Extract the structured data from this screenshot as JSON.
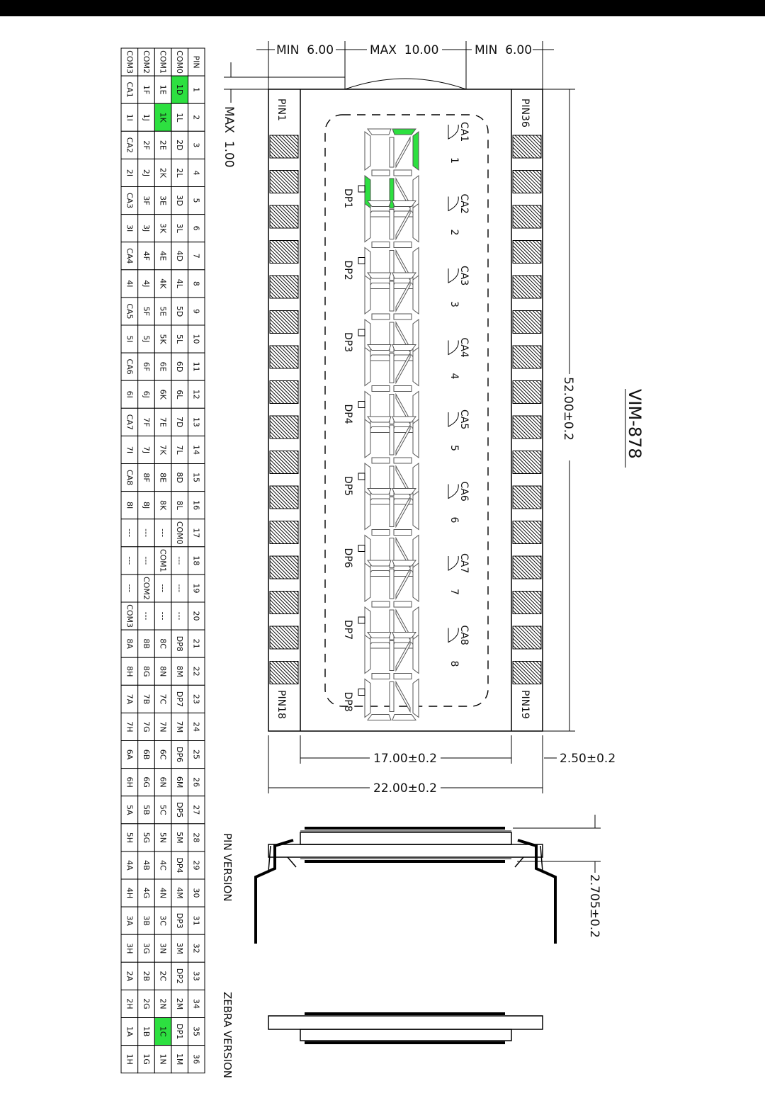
{
  "title": "VIM-878",
  "colors": {
    "highlight": "#2de040",
    "line": "#000000",
    "background": "#ffffff"
  },
  "dimensions": {
    "pin_min_left": "MIN  6.00",
    "pin_max_mid": "MAX  10.00",
    "pin_min_right": "MIN  6.00",
    "max_height": "MAX  1.00",
    "length": "52.00±0.2",
    "width_inner": "17.00±0.2",
    "width_outer": "22.00±0.2",
    "thickness": "2.50±0.2",
    "pin_height": "2.705±0.2"
  },
  "pin_labels": {
    "pin1": "PIN1",
    "pin18": "PIN18",
    "pin19": "PIN19",
    "pin36": "PIN36"
  },
  "views": {
    "pin_version": "PIN VERSION",
    "zebra_version": "ZEBRA VERSION"
  },
  "digits": [
    {
      "num": "1",
      "ca": "CA1",
      "dp": "DP1"
    },
    {
      "num": "2",
      "ca": "CA2",
      "dp": "DP2"
    },
    {
      "num": "3",
      "ca": "CA3",
      "dp": "DP3"
    },
    {
      "num": "4",
      "ca": "CA4",
      "dp": "DP4"
    },
    {
      "num": "5",
      "ca": "CA5",
      "dp": "DP5"
    },
    {
      "num": "6",
      "ca": "CA6",
      "dp": "DP6"
    },
    {
      "num": "7",
      "ca": "CA7",
      "dp": "DP7"
    },
    {
      "num": "8",
      "ca": "CA8",
      "dp": "DP8"
    }
  ],
  "segment_letters": [
    "A",
    "B",
    "C",
    "D",
    "E",
    "F",
    "G",
    "H",
    "I",
    "J",
    "K",
    "L",
    "M",
    "N"
  ],
  "lit_segments": [
    "C",
    "D",
    "E",
    "K"
  ],
  "pin_table": {
    "headers": [
      "PIN",
      "COM0",
      "COM1",
      "COM2",
      "COM3"
    ],
    "rows": [
      [
        "1",
        "1D",
        "1E",
        "1F",
        "CA1"
      ],
      [
        "2",
        "1L",
        "1K",
        "1J",
        "1I"
      ],
      [
        "3",
        "2D",
        "2E",
        "2F",
        "CA2"
      ],
      [
        "4",
        "2L",
        "2K",
        "2J",
        "2I"
      ],
      [
        "5",
        "3D",
        "3E",
        "3F",
        "CA3"
      ],
      [
        "6",
        "3L",
        "3K",
        "3J",
        "3I"
      ],
      [
        "7",
        "4D",
        "4E",
        "4F",
        "CA4"
      ],
      [
        "8",
        "4L",
        "4K",
        "4J",
        "4I"
      ],
      [
        "9",
        "5D",
        "5E",
        "5F",
        "CA5"
      ],
      [
        "10",
        "5L",
        "5K",
        "5J",
        "5I"
      ],
      [
        "11",
        "6D",
        "6E",
        "6F",
        "CA6"
      ],
      [
        "12",
        "6L",
        "6K",
        "6J",
        "6I"
      ],
      [
        "13",
        "7D",
        "7E",
        "7F",
        "CA7"
      ],
      [
        "14",
        "7L",
        "7K",
        "7J",
        "7I"
      ],
      [
        "15",
        "8D",
        "8E",
        "8F",
        "CA8"
      ],
      [
        "16",
        "8L",
        "8K",
        "8J",
        "8I"
      ],
      [
        "17",
        "COM0",
        "---",
        "---",
        "---"
      ],
      [
        "18",
        "---",
        "COM1",
        "---",
        "---"
      ],
      [
        "19",
        "---",
        "---",
        "COM2",
        "---"
      ],
      [
        "20",
        "---",
        "---",
        "---",
        "COM3"
      ],
      [
        "21",
        "DP8",
        "8C",
        "8B",
        "8A"
      ],
      [
        "22",
        "8M",
        "8N",
        "8G",
        "8H"
      ],
      [
        "23",
        "DP7",
        "7C",
        "7B",
        "7A"
      ],
      [
        "24",
        "7M",
        "7N",
        "7G",
        "7H"
      ],
      [
        "25",
        "DP6",
        "6C",
        "6B",
        "6A"
      ],
      [
        "26",
        "6M",
        "6N",
        "6G",
        "6H"
      ],
      [
        "27",
        "DP5",
        "5C",
        "5B",
        "5A"
      ],
      [
        "28",
        "5M",
        "5N",
        "5G",
        "5H"
      ],
      [
        "29",
        "DP4",
        "4C",
        "4B",
        "4A"
      ],
      [
        "30",
        "4M",
        "4N",
        "4G",
        "4H"
      ],
      [
        "31",
        "DP3",
        "3C",
        "3B",
        "3A"
      ],
      [
        "32",
        "3M",
        "3N",
        "3G",
        "3H"
      ],
      [
        "33",
        "DP2",
        "2C",
        "2B",
        "2A"
      ],
      [
        "34",
        "2M",
        "2N",
        "2G",
        "2H"
      ],
      [
        "35",
        "DP1",
        "1C",
        "1B",
        "1A"
      ],
      [
        "36",
        "1M",
        "1N",
        "1G",
        "1H"
      ]
    ],
    "highlighted": [
      "1D",
      "1K",
      "1C"
    ]
  }
}
